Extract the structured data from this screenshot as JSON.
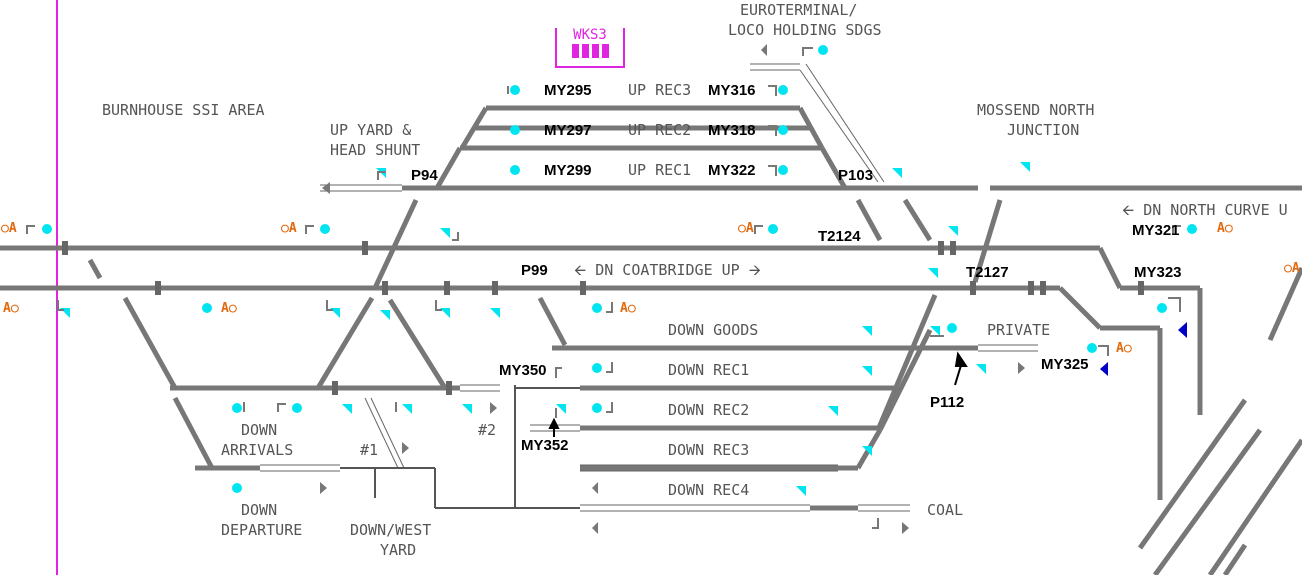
{
  "diagram": {
    "area_labels": {
      "burnhouse": "BURNHOUSE SSI AREA",
      "euroterminal_1": "EUROTERMINAL/",
      "euroterminal_2": "LOCO HOLDING SDGS",
      "mossend_1": "MOSSEND NORTH",
      "mossend_2": "JUNCTION",
      "up_yard_1": "UP YARD &",
      "up_yard_2": "HEAD SHUNT",
      "dn_north_curve": "DN NORTH CURVE U",
      "dn_coatbridge": "DN COATBRIDGE UP",
      "down_arrivals_1": "DOWN",
      "down_arrivals_2": "ARRIVALS",
      "down_departure_1": "DOWN",
      "down_departure_2": "DEPARTURE",
      "down_west_1": "DOWN/WEST",
      "down_west_2": "YARD",
      "private": "PRIVATE",
      "coal": "COAL",
      "hash1": "#1",
      "hash2": "#2"
    },
    "tracks": {
      "up_rec3": "UP REC3",
      "up_rec2": "UP REC2",
      "up_rec1": "UP REC1",
      "down_goods": "DOWN GOODS",
      "down_rec1": "DOWN REC1",
      "down_rec2": "DOWN REC2",
      "down_rec3": "DOWN REC3",
      "down_rec4": "DOWN REC4"
    },
    "signals": {
      "my295": "MY295",
      "my316": "MY316",
      "my297": "MY297",
      "my318": "MY318",
      "my299": "MY299",
      "my322": "MY322",
      "p94": "P94",
      "p103": "P103",
      "t2124": "T2124",
      "my321": "MY321",
      "p99": "P99",
      "t2127": "T2127",
      "my323": "MY323",
      "my350": "MY350",
      "my352": "MY352",
      "my325": "MY325",
      "p112": "P112"
    },
    "panel": {
      "title": "WKS3",
      "indicator_count": 4
    },
    "oa_marker": "A",
    "colors": {
      "track": "#777777",
      "signal": "#00e5f0",
      "panel": "#e024e0",
      "boundary": "#e024e0",
      "marker": "#e06a10",
      "arrow": "#0000c8"
    }
  }
}
